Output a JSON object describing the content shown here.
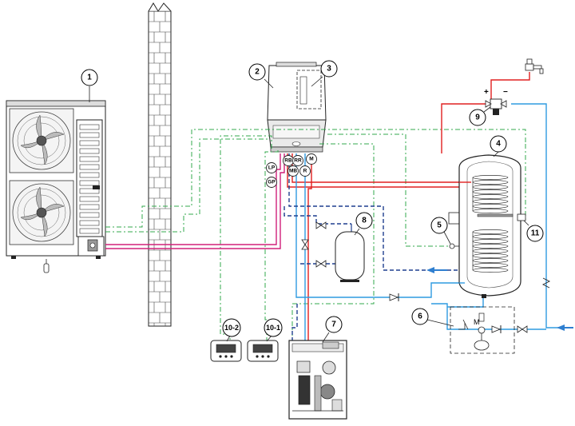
{
  "diagram": {
    "components": [
      {
        "id": "outdoor-unit",
        "callout": "1"
      },
      {
        "id": "indoor-unit",
        "callout": "2"
      },
      {
        "id": "indoor-control-panel",
        "callout": "3"
      },
      {
        "id": "dhw-tank",
        "callout": "4"
      },
      {
        "id": "tank-sensor",
        "callout": "5"
      },
      {
        "id": "safety-group",
        "callout": "6"
      },
      {
        "id": "hydraulic-module",
        "callout": "7"
      },
      {
        "id": "expansion-vessel",
        "callout": "8"
      },
      {
        "id": "mixing-valve",
        "callout": "9"
      },
      {
        "id": "thermostat-2",
        "callout": "10-2"
      },
      {
        "id": "thermostat-1",
        "callout": "10-1"
      },
      {
        "id": "electric-heater",
        "callout": "11"
      }
    ],
    "pipe_badges": [
      "LP",
      "GP",
      "RB",
      "RR",
      "MB",
      "R",
      "M"
    ],
    "mixing_valve_signs": {
      "plus": "+",
      "minus": "−"
    },
    "safety_group_label": "M",
    "colors": {
      "hot_water": "#e02020",
      "cold_water": "#2f9be0",
      "return_dashed": "#1f3f8f",
      "refrigerant": "#d0207a",
      "electrical_cable": "#33a84d"
    }
  }
}
